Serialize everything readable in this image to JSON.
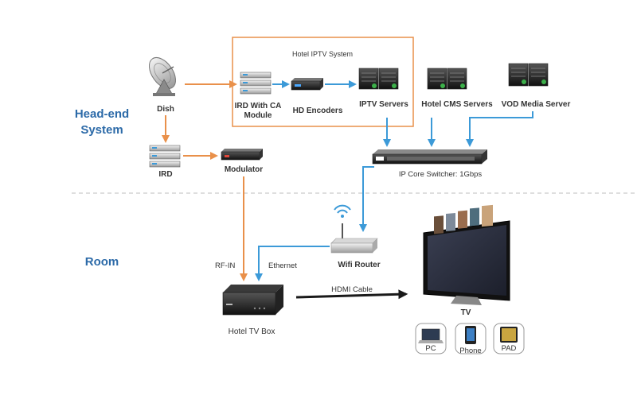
{
  "sections": {
    "headend_line1": "Head-end",
    "headend_line2": "System",
    "room": "Room"
  },
  "iptv_box_title": "Hotel IPTV System",
  "nodes": {
    "dish": "Dish",
    "ird_ca_line1": "IRD With CA",
    "ird_ca_line2": "Module",
    "hd_encoders": "HD Encoders",
    "iptv_servers": "IPTV Servers",
    "cms_servers": "Hotel CMS Servers",
    "vod_server": "VOD Media Server",
    "ird": "IRD",
    "modulator": "Modulator",
    "switcher": "IP Core Switcher: 1Gbps",
    "wifi_router": "Wifi Router",
    "rf_in": "RF-IN",
    "ethernet": "Ethernet",
    "hdmi_cable": "HDMI Cable",
    "tv_box": "Hotel TV Box",
    "tv": "TV",
    "pc": "PC",
    "phone": "Phone",
    "pad": "PAD"
  },
  "colors": {
    "accent_orange": "#e9904a",
    "accent_blue": "#3c9ad8",
    "section_blue": "#2c6aa8",
    "dark_arrow": "#1a1a1a"
  }
}
